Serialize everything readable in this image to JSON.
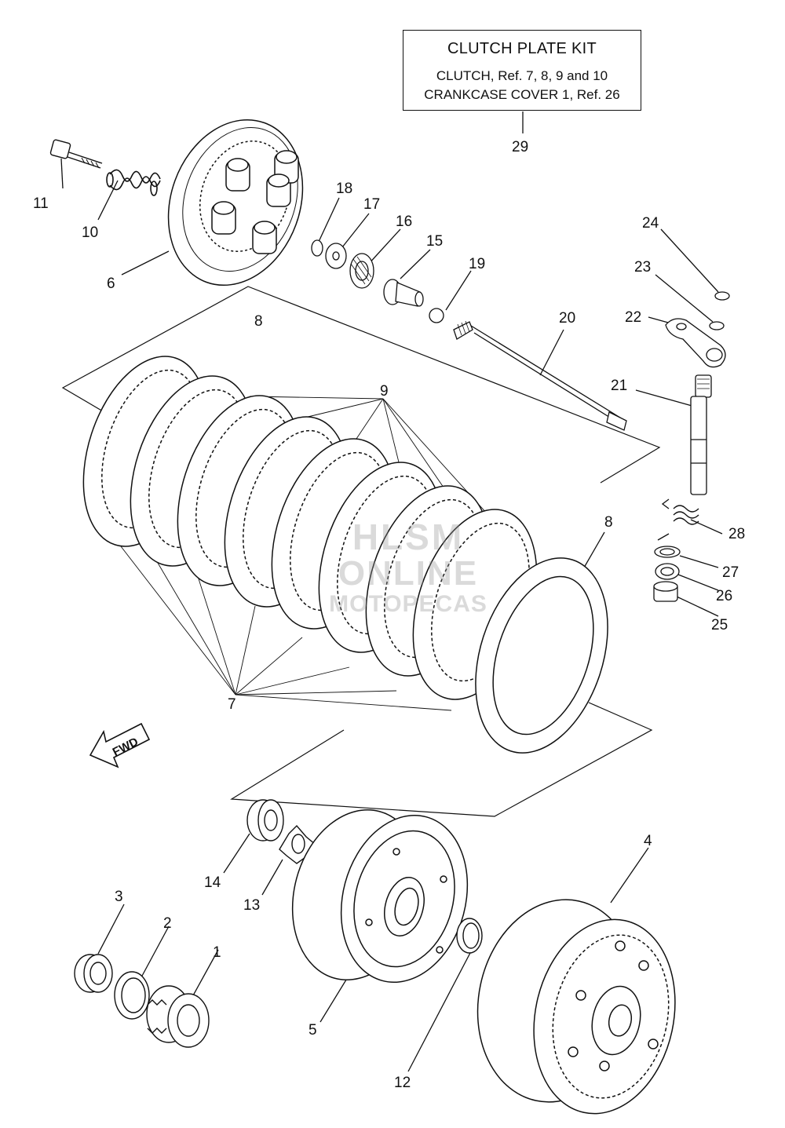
{
  "kit": {
    "title": "CLUTCH PLATE KIT",
    "line1": "CLUTCH, Ref. 7, 8, 9  and  10",
    "line2": "CRANKCASE COVER 1, Ref. 26"
  },
  "fwd_label": "FWD",
  "watermark": {
    "line1": "HLSM",
    "line2": "ONLINE",
    "line3": "MOTOPECAS"
  },
  "callouts": {
    "c1": "1",
    "c2": "2",
    "c3": "3",
    "c4": "4",
    "c5": "5",
    "c6": "6",
    "c7": "7",
    "c8a": "8",
    "c8b": "8",
    "c9": "9",
    "c10": "10",
    "c11": "11",
    "c12": "12",
    "c13": "13",
    "c14": "14",
    "c15": "15",
    "c16": "16",
    "c17": "17",
    "c18": "18",
    "c19": "19",
    "c20": "20",
    "c21": "21",
    "c22": "22",
    "c23": "23",
    "c24": "24",
    "c25": "25",
    "c26": "26",
    "c27": "27",
    "c28": "28",
    "c29": "29"
  }
}
